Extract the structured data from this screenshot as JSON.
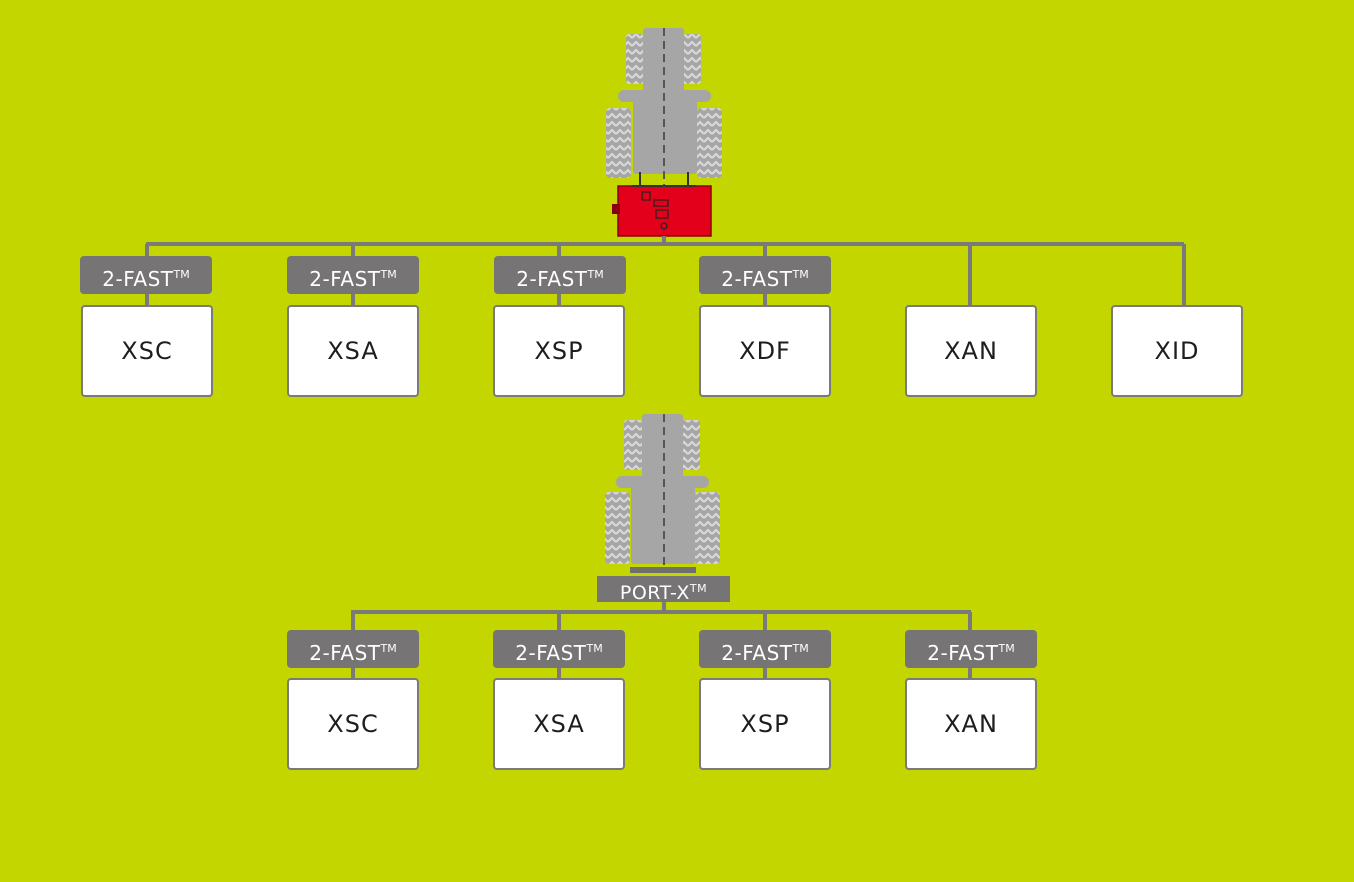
{
  "colors": {
    "background": "#c3d600",
    "connector": "#7a7a7a",
    "tag": "#767474",
    "tractor": "#a6a6a6",
    "implement": "#e2001a"
  },
  "top_group": {
    "tractor_icon": "tractor-with-red-implement-icon",
    "modules": [
      {
        "name": "XSC",
        "adapter": "2-FAST",
        "adapter_mark": "TM"
      },
      {
        "name": "XSA",
        "adapter": "2-FAST",
        "adapter_mark": "TM"
      },
      {
        "name": "XSP",
        "adapter": "2-FAST",
        "adapter_mark": "TM"
      },
      {
        "name": "XDF",
        "adapter": "2-FAST",
        "adapter_mark": "TM"
      },
      {
        "name": "XAN"
      },
      {
        "name": "XID"
      }
    ]
  },
  "bottom_group": {
    "tractor_icon": "tractor-icon",
    "hub_label": "PORT-X",
    "hub_mark": "TM",
    "modules": [
      {
        "name": "XSC",
        "adapter": "2-FAST",
        "adapter_mark": "TM"
      },
      {
        "name": "XSA",
        "adapter": "2-FAST",
        "adapter_mark": "TM"
      },
      {
        "name": "XSP",
        "adapter": "2-FAST",
        "adapter_mark": "TM"
      },
      {
        "name": "XAN",
        "adapter": "2-FAST",
        "adapter_mark": "TM"
      }
    ]
  }
}
